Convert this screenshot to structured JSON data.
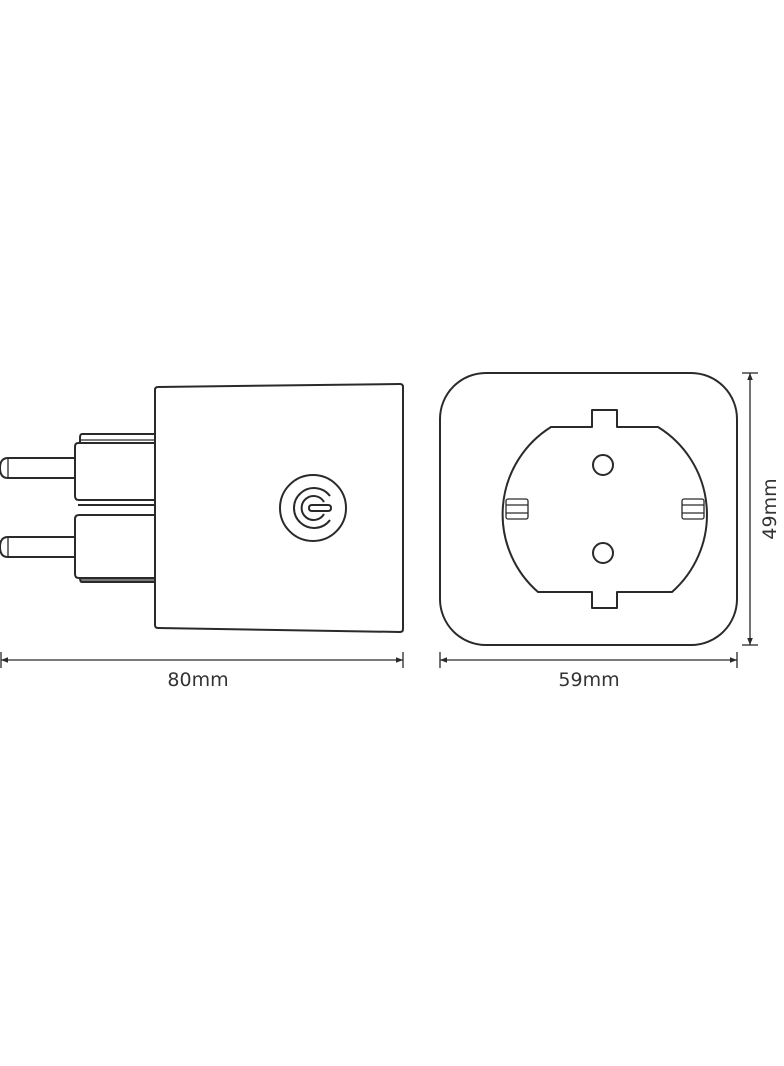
{
  "dimensions": {
    "length": "80mm",
    "width": "59mm",
    "height": "49mm"
  },
  "icons": {
    "button": "power-icon"
  },
  "colors": {
    "line": "#2a2a2a",
    "text": "#333333",
    "background": "#ffffff"
  }
}
